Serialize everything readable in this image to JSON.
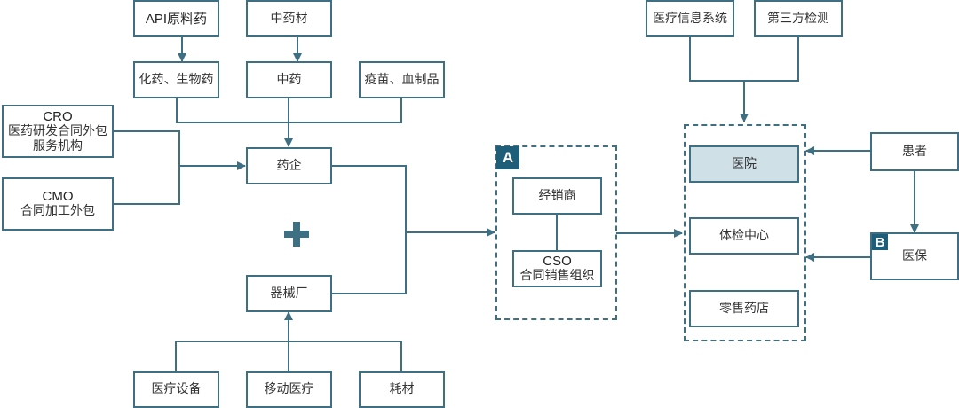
{
  "diagram": {
    "colors": {
      "line": "#3e6f83",
      "badge": "#1f5e78",
      "highlight_fill": "#cfe0e7"
    },
    "nodes": {
      "api": "API原料药",
      "tcm_material": "中药材",
      "chem_bio": "化药、生物药",
      "tcm": "中药",
      "vaccine": "疫苗、血制品",
      "cro_title": "CRO",
      "cro_desc": "医药研发合同外包服务机构",
      "cmo_title": "CMO",
      "cmo_desc": "合同加工外包",
      "pharma": "药企",
      "device_factory": "器械厂",
      "med_equipment": "医疗设备",
      "mobile_health": "移动医疗",
      "consumables": "耗材",
      "distributor": "经销商",
      "cso_title": "CSO",
      "cso_desc": "合同销售组织",
      "his": "医疗信息系统",
      "third_party_test": "第三方检测",
      "hospital": "医院",
      "checkup_center": "体检中心",
      "retail_pharmacy": "零售药店",
      "patient": "患者",
      "insurance": "医保"
    },
    "badges": {
      "a": "A",
      "b": "B"
    },
    "plus_icon": "plus"
  }
}
